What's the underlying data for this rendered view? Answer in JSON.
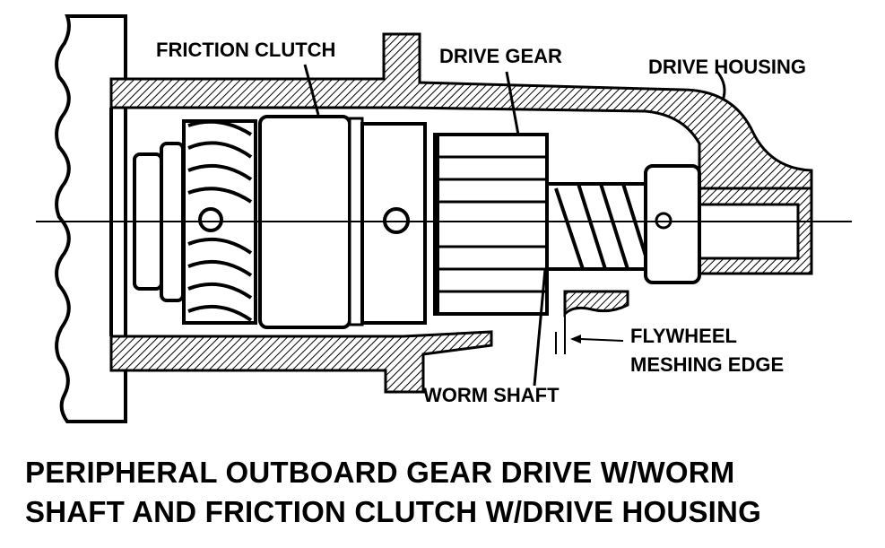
{
  "labels": {
    "friction_clutch": "FRICTION CLUTCH",
    "drive_gear": "DRIVE GEAR",
    "drive_housing": "DRIVE HOUSING",
    "flywheel_line1": "FLYWHEEL",
    "flywheel_line2": "MESHING EDGE",
    "worm_shaft": "WORM SHAFT"
  },
  "caption": {
    "line1": "PERIPHERAL OUTBOARD GEAR DRIVE W/WORM",
    "line2": "SHAFT AND FRICTION CLUTCH W/DRIVE HOUSING"
  },
  "colors": {
    "ink": "#000000",
    "paper": "#ffffff"
  }
}
